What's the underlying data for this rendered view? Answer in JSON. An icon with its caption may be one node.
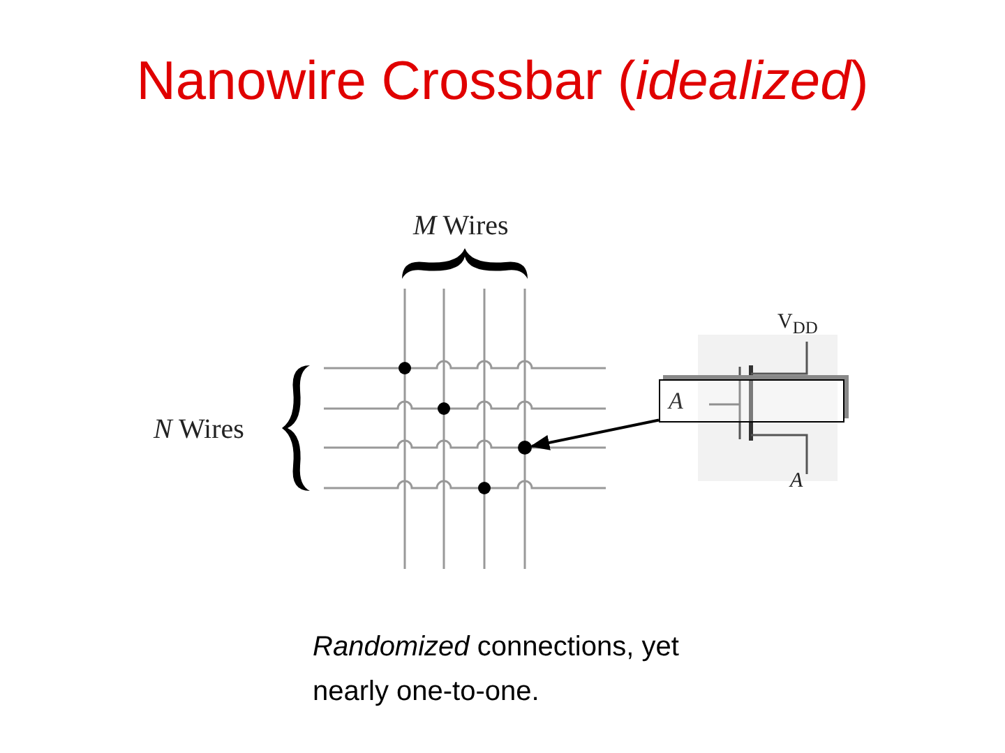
{
  "diagram": {
    "title": "Nanowire Crossbar (*idealized*)",
    "caption": "*Randomized* connections, yet nearly one-to-one.",
    "nodes": [
      {
        "text": [
          "A"
        ],
        "beside": [
          "V$_{DD}$",
          "A"
        ]
      },
      {
        "text": [],
        "shape": "circle"
      }
    ],
    "edges": [
      {
        "from": 0,
        "to": 1,
        "arrow": "to"
      }
    ],
    "labels": [
      "*M* Wires",
      "*N* Wires"
    ]
  }
}
